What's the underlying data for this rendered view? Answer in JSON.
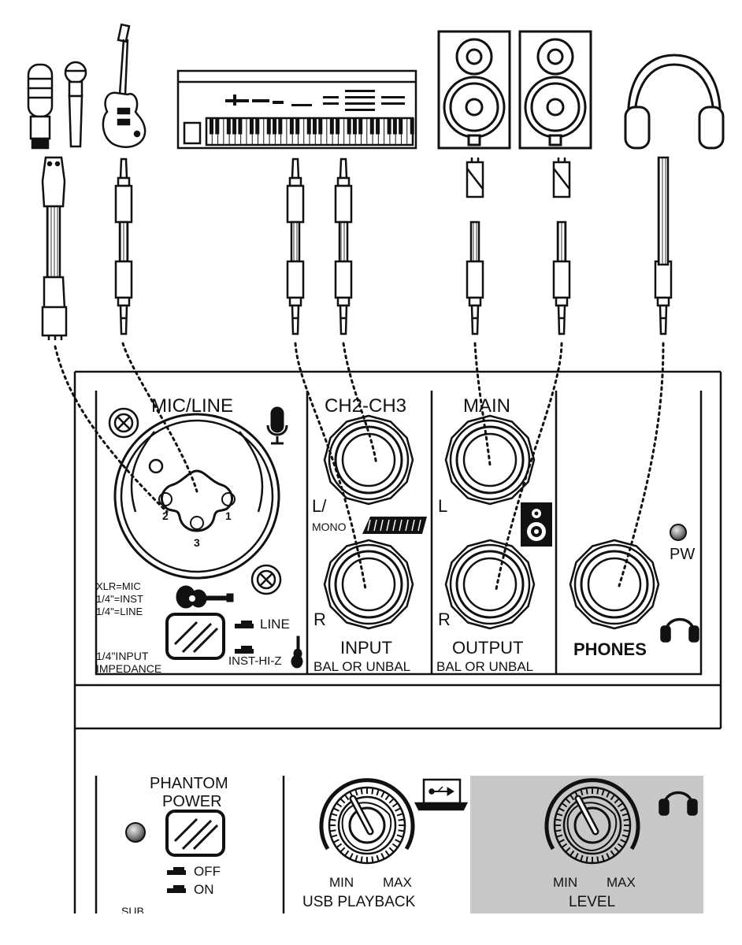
{
  "top_panel": {
    "mic_line": "MIC/LINE",
    "ch2_ch3": "CH2-CH3",
    "main": "MAIN",
    "pin_2": "2",
    "pin_1": "1",
    "pin_3": "3",
    "l_mono_l": "L/",
    "l_mono_mono": "MONO",
    "input_r": "R",
    "main_l": "L",
    "main_r": "R",
    "pw": "PW",
    "xlr_mic": "XLR=MIC",
    "inst": "1/4\"=INST",
    "line": "1/4\"=LINE",
    "switch_line": "LINE",
    "switch_inst": "INST-HI-Z",
    "impedance_1": "1/4\"INPUT",
    "impedance_2": "IMPEDANCE",
    "input": "INPUT",
    "input_sub": "BAL OR UNBAL",
    "output": "OUTPUT",
    "output_sub": "BAL OR UNBAL",
    "phones": "PHONES"
  },
  "bottom_panel": {
    "phantom_1": "PHANTOM",
    "phantom_2": "POWER",
    "off": "OFF",
    "on": "ON",
    "usb_min": "MIN",
    "usb_max": "MAX",
    "usb_playback": "USB PLAYBACK",
    "level_min": "MIN",
    "level_max": "MAX",
    "level": "LEVEL",
    "cut_text": "SUB"
  },
  "colors": {
    "ink": "#111111",
    "level_bg": "#c8c8c8",
    "led": "#8a8a8a"
  },
  "icons": [
    "microphone-icon",
    "guitar-icon",
    "keyboard-icon",
    "speaker-icon",
    "headphones-icon",
    "laptop-usb-icon"
  ]
}
